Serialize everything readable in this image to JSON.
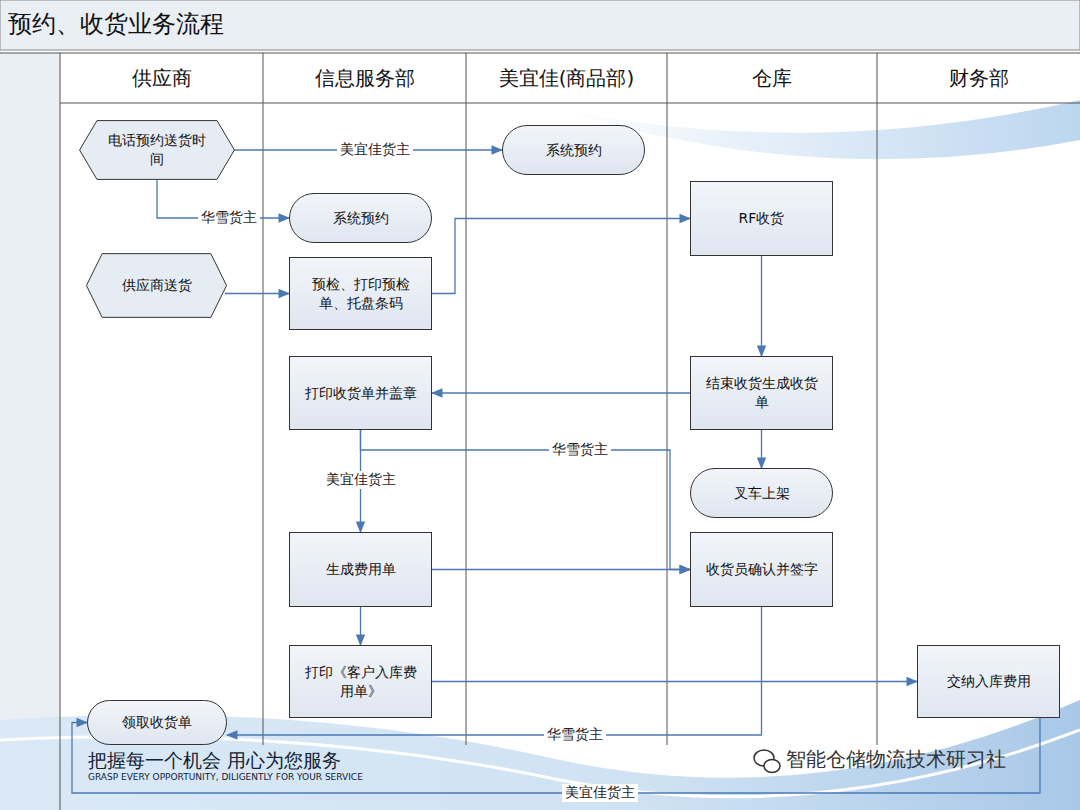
{
  "diagram": {
    "title": "预约、收货业务流程",
    "nodes": [
      {
        "text": [
          "供应商"
        ]
      },
      {
        "text": [
          "信息服务部"
        ]
      },
      {
        "text": [
          "美宜佳(商品部)"
        ]
      },
      {
        "text": [
          "仓库"
        ]
      },
      {
        "text": [
          "财务部"
        ]
      },
      {
        "text": [
          "电话预约送货时间"
        ]
      },
      {
        "text": [
          "系统预约"
        ]
      },
      {
        "text": [
          "系统预约"
        ]
      },
      {
        "text": [
          "RF收货"
        ]
      },
      {
        "text": [
          "供应商送货"
        ]
      },
      {
        "text": [
          "预检、打印预检单、托盘条码"
        ]
      },
      {
        "text": [
          "打印收货单并盖章"
        ]
      },
      {
        "text": [
          "结束收货生成收货单"
        ]
      },
      {
        "text": [
          "叉车上架"
        ]
      },
      {
        "text": [
          "生成费用单"
        ]
      },
      {
        "text": [
          "收货员确认并签字"
        ]
      },
      {
        "text": [
          "打印《客户入库费用单》"
        ]
      },
      {
        "text": [
          "交纳入库费用"
        ]
      },
      {
        "text": [
          "领取收货单"
        ]
      }
    ],
    "edges": [
      {
        "from": 5,
        "to": 6,
        "label": "美宜佳货主",
        "arrow": "to"
      },
      {
        "from": 5,
        "to": 7,
        "label": "华雪货主",
        "arrow": "to"
      },
      {
        "from": 9,
        "to": 10,
        "arrow": "to"
      },
      {
        "from": 10,
        "to": 8,
        "arrow": "to"
      },
      {
        "from": 8,
        "to": 12,
        "arrow": "to"
      },
      {
        "from": 12,
        "to": 11,
        "arrow": "to"
      },
      {
        "from": 12,
        "to": 13,
        "arrow": "to"
      },
      {
        "from": 11,
        "to": 14,
        "label": "美宜佳货主",
        "arrow": "to"
      },
      {
        "from": 11,
        "to": 15,
        "label": "华雪货主",
        "arrow": "to"
      },
      {
        "from": 14,
        "to": 15,
        "arrow": "to"
      },
      {
        "from": 14,
        "to": 16,
        "arrow": "to"
      },
      {
        "from": 16,
        "to": 17,
        "arrow": "to"
      },
      {
        "from": 15,
        "to": 18,
        "label": "华雪货主",
        "arrow": "to"
      },
      {
        "from": 17,
        "to": 18,
        "label": "美宜佳货主",
        "arrow": "to"
      }
    ],
    "labels": [
      "把握每一个机会 用心为您服务",
      "GRASP EVERY OPPORTUNITY, DILIGENTLY FOR YOUR SERVICE",
      "智能仓储物流技术研习社"
    ]
  }
}
